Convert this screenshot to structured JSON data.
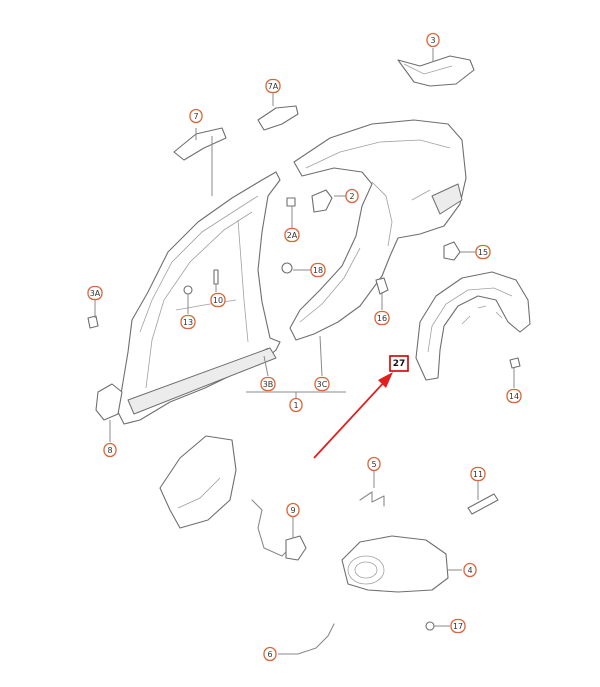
{
  "callouts": [
    {
      "id": "1",
      "label": "1"
    },
    {
      "id": "2",
      "label": "2"
    },
    {
      "id": "2A",
      "label": "2A"
    },
    {
      "id": "3",
      "label": "3"
    },
    {
      "id": "3A",
      "label": "3A"
    },
    {
      "id": "3B",
      "label": "3B"
    },
    {
      "id": "3C",
      "label": "3C"
    },
    {
      "id": "4",
      "label": "4"
    },
    {
      "id": "5",
      "label": "5"
    },
    {
      "id": "6",
      "label": "6"
    },
    {
      "id": "7",
      "label": "7"
    },
    {
      "id": "7A",
      "label": "7A"
    },
    {
      "id": "8",
      "label": "8"
    },
    {
      "id": "9",
      "label": "9"
    },
    {
      "id": "10",
      "label": "10"
    },
    {
      "id": "11",
      "label": "11"
    },
    {
      "id": "13",
      "label": "13"
    },
    {
      "id": "14",
      "label": "14"
    },
    {
      "id": "15",
      "label": "15"
    },
    {
      "id": "16",
      "label": "16"
    },
    {
      "id": "17",
      "label": "17"
    },
    {
      "id": "18",
      "label": "18"
    }
  ],
  "highlight": {
    "label": "27",
    "color": "#cc0000",
    "arrow_color": "#e02020"
  },
  "colors": {
    "badge_ring": "#d9663a",
    "line": "#8a8a8a"
  }
}
